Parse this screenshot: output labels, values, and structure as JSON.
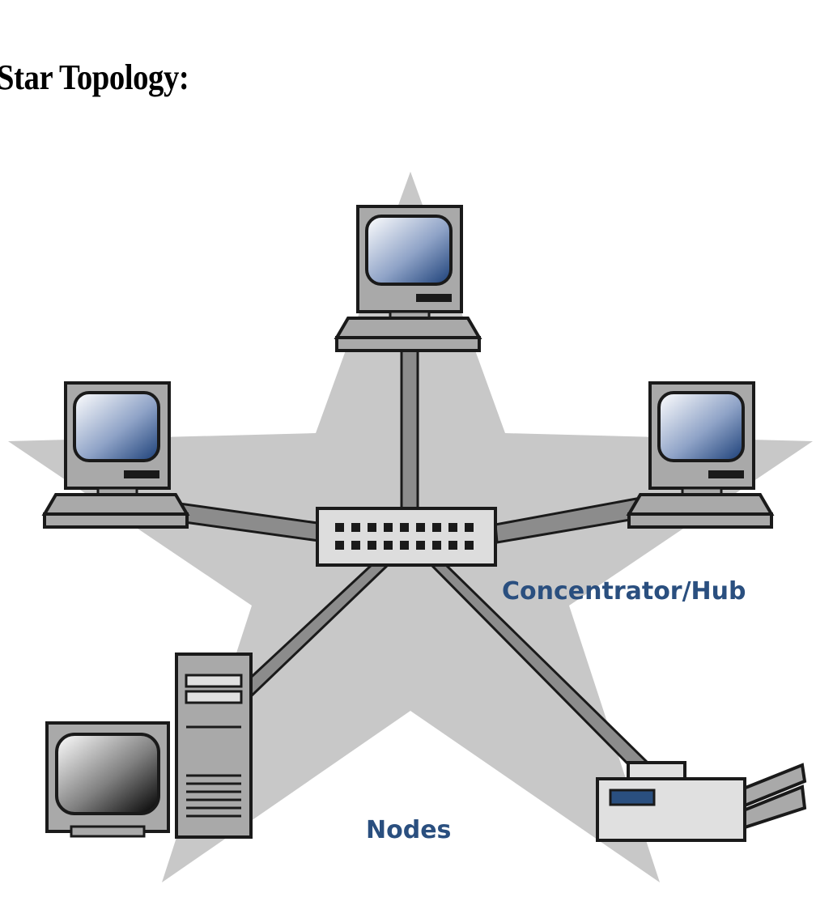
{
  "title": "Star Topology:",
  "labels": {
    "hub": "Concentrator/Hub",
    "nodes": "Nodes"
  },
  "colors": {
    "star_fill": "#c8c8c8",
    "cable": "#8c8c8c",
    "device_gray": "#a9a9a9",
    "label_blue": "#2a4f7f",
    "outline": "#1a1a1a"
  },
  "devices": [
    {
      "kind": "workstation",
      "icon": "desktop-computer-icon"
    },
    {
      "kind": "workstation",
      "icon": "desktop-computer-icon"
    },
    {
      "kind": "workstation",
      "icon": "desktop-computer-icon"
    },
    {
      "kind": "tower-server",
      "icon": "tower-server-icon"
    },
    {
      "kind": "printer",
      "icon": "printer-icon"
    },
    {
      "kind": "hub",
      "icon": "hub-icon"
    }
  ]
}
